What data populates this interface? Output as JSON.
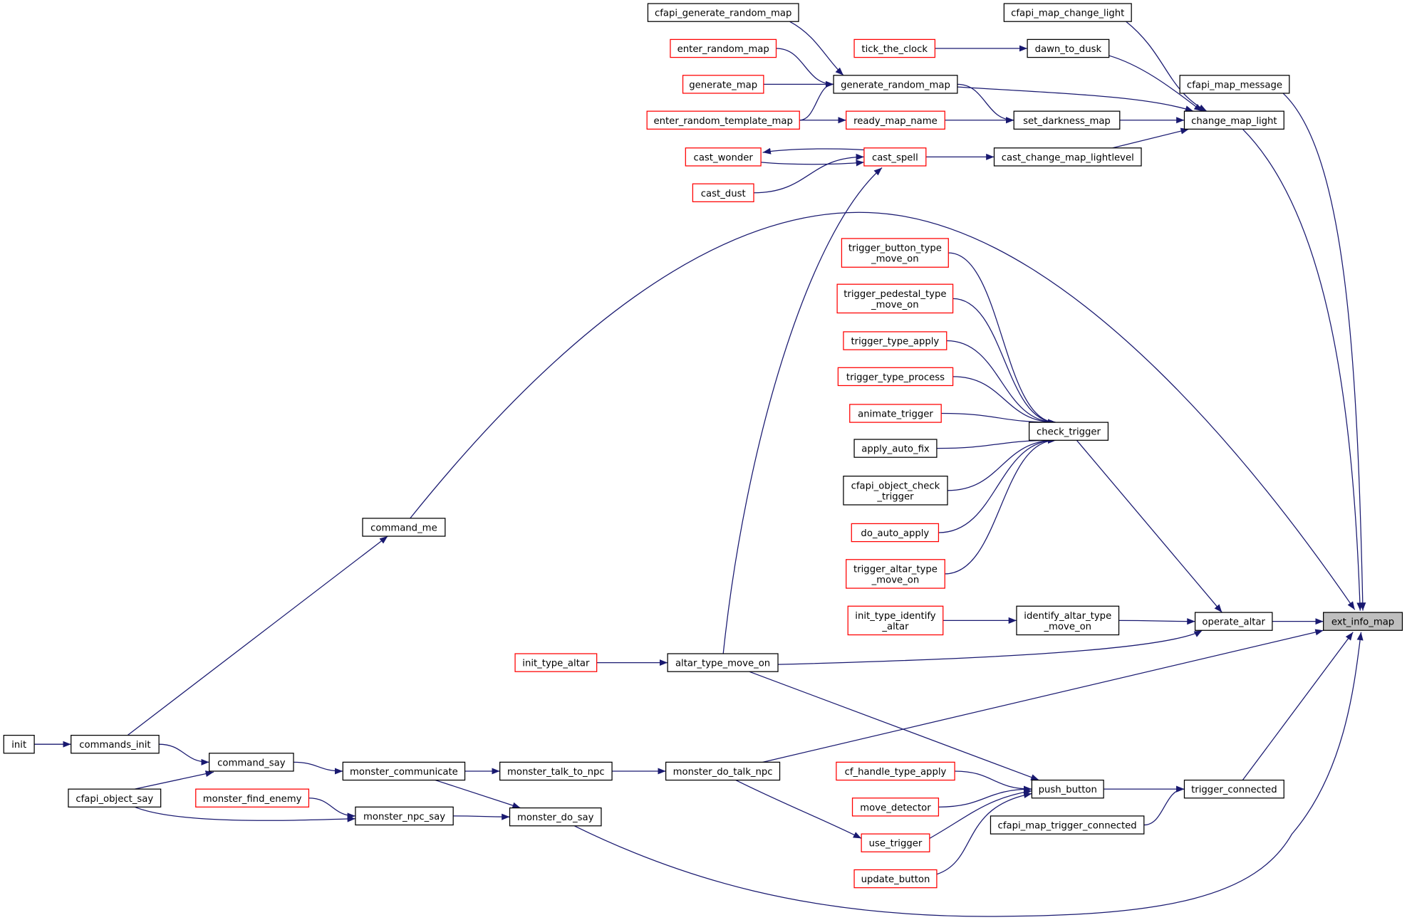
{
  "colors": {
    "edge": "#191970",
    "caller_border": "#ff0000",
    "normal_border": "#000000",
    "focus_fill": "#bfbfbf"
  },
  "graph": {
    "focus": "ext_info_map",
    "nodes": [
      {
        "id": "cfapi_generate_random_map",
        "label": "cfapi_generate_random_map",
        "kind": "normal"
      },
      {
        "id": "cfapi_map_change_light",
        "label": "cfapi_map_change_light",
        "kind": "normal"
      },
      {
        "id": "tick_the_clock",
        "label": "tick_the_clock",
        "kind": "red"
      },
      {
        "id": "dawn_to_dusk",
        "label": "dawn_to_dusk",
        "kind": "normal"
      },
      {
        "id": "enter_random_map",
        "label": "enter_random_map",
        "kind": "red"
      },
      {
        "id": "generate_random_map",
        "label": "generate_random_map",
        "kind": "normal"
      },
      {
        "id": "generate_map",
        "label": "generate_map",
        "kind": "red"
      },
      {
        "id": "cfapi_map_message",
        "label": "cfapi_map_message",
        "kind": "normal"
      },
      {
        "id": "enter_random_template_map",
        "label": "enter_random_template_map",
        "kind": "red"
      },
      {
        "id": "ready_map_name",
        "label": "ready_map_name",
        "kind": "red"
      },
      {
        "id": "set_darkness_map",
        "label": "set_darkness_map",
        "kind": "normal"
      },
      {
        "id": "change_map_light",
        "label": "change_map_light",
        "kind": "normal"
      },
      {
        "id": "cast_wonder",
        "label": "cast_wonder",
        "kind": "red"
      },
      {
        "id": "cast_spell",
        "label": "cast_spell",
        "kind": "red"
      },
      {
        "id": "cast_change_map_lightlevel",
        "label": "cast_change_map_lightlevel",
        "kind": "normal"
      },
      {
        "id": "cast_dust",
        "label": "cast_dust",
        "kind": "red"
      },
      {
        "id": "trigger_button_type_move_on",
        "label": "trigger_button_type\n_move_on",
        "kind": "red"
      },
      {
        "id": "trigger_pedestal_type_move_on",
        "label": "trigger_pedestal_type\n_move_on",
        "kind": "red"
      },
      {
        "id": "trigger_type_apply",
        "label": "trigger_type_apply",
        "kind": "red"
      },
      {
        "id": "trigger_type_process",
        "label": "trigger_type_process",
        "kind": "red"
      },
      {
        "id": "animate_trigger",
        "label": "animate_trigger",
        "kind": "red"
      },
      {
        "id": "check_trigger",
        "label": "check_trigger",
        "kind": "normal"
      },
      {
        "id": "apply_auto_fix",
        "label": "apply_auto_fix",
        "kind": "normal"
      },
      {
        "id": "cfapi_object_check_trigger",
        "label": "cfapi_object_check\n_trigger",
        "kind": "normal"
      },
      {
        "id": "do_auto_apply",
        "label": "do_auto_apply",
        "kind": "red"
      },
      {
        "id": "trigger_altar_type_move_on",
        "label": "trigger_altar_type\n_move_on",
        "kind": "red"
      },
      {
        "id": "init_type_identify_altar",
        "label": "init_type_identify\n_altar",
        "kind": "red"
      },
      {
        "id": "identify_altar_type_move_on",
        "label": "identify_altar_type\n_move_on",
        "kind": "normal"
      },
      {
        "id": "operate_altar",
        "label": "operate_altar",
        "kind": "normal"
      },
      {
        "id": "ext_info_map",
        "label": "ext_info_map",
        "kind": "focus"
      },
      {
        "id": "command_me",
        "label": "command_me",
        "kind": "normal"
      },
      {
        "id": "init_type_altar",
        "label": "init_type_altar",
        "kind": "red"
      },
      {
        "id": "altar_type_move_on",
        "label": "altar_type_move_on",
        "kind": "normal"
      },
      {
        "id": "init",
        "label": "init",
        "kind": "normal"
      },
      {
        "id": "commands_init",
        "label": "commands_init",
        "kind": "normal"
      },
      {
        "id": "command_say",
        "label": "command_say",
        "kind": "normal"
      },
      {
        "id": "monster_communicate",
        "label": "monster_communicate",
        "kind": "normal"
      },
      {
        "id": "monster_talk_to_npc",
        "label": "monster_talk_to_npc",
        "kind": "normal"
      },
      {
        "id": "monster_do_talk_npc",
        "label": "monster_do_talk_npc",
        "kind": "normal"
      },
      {
        "id": "cf_handle_type_apply",
        "label": "cf_handle_type_apply",
        "kind": "red"
      },
      {
        "id": "cfapi_object_say",
        "label": "cfapi_object_say",
        "kind": "normal"
      },
      {
        "id": "monster_find_enemy",
        "label": "monster_find_enemy",
        "kind": "red"
      },
      {
        "id": "push_button",
        "label": "push_button",
        "kind": "normal"
      },
      {
        "id": "trigger_connected",
        "label": "trigger_connected",
        "kind": "normal"
      },
      {
        "id": "move_detector",
        "label": "move_detector",
        "kind": "red"
      },
      {
        "id": "monster_npc_say",
        "label": "monster_npc_say",
        "kind": "normal"
      },
      {
        "id": "monster_do_say",
        "label": "monster_do_say",
        "kind": "normal"
      },
      {
        "id": "cfapi_map_trigger_connected",
        "label": "cfapi_map_trigger_connected",
        "kind": "normal"
      },
      {
        "id": "use_trigger",
        "label": "use_trigger",
        "kind": "red"
      },
      {
        "id": "update_button",
        "label": "update_button",
        "kind": "red"
      }
    ],
    "edges": [
      [
        "cfapi_generate_random_map",
        "generate_random_map"
      ],
      [
        "enter_random_map",
        "generate_random_map"
      ],
      [
        "generate_map",
        "generate_random_map"
      ],
      [
        "enter_random_template_map",
        "generate_random_map"
      ],
      [
        "enter_random_template_map",
        "ready_map_name"
      ],
      [
        "ready_map_name",
        "set_darkness_map"
      ],
      [
        "generate_random_map",
        "set_darkness_map"
      ],
      [
        "generate_random_map",
        "change_map_light"
      ],
      [
        "tick_the_clock",
        "dawn_to_dusk"
      ],
      [
        "dawn_to_dusk",
        "change_map_light"
      ],
      [
        "cfapi_map_change_light",
        "change_map_light"
      ],
      [
        "set_darkness_map",
        "change_map_light"
      ],
      [
        "cast_change_map_lightlevel",
        "change_map_light"
      ],
      [
        "cast_spell",
        "cast_change_map_lightlevel"
      ],
      [
        "cast_spell",
        "cast_wonder"
      ],
      [
        "cast_wonder",
        "cast_spell"
      ],
      [
        "cast_dust",
        "cast_spell"
      ],
      [
        "altar_type_move_on",
        "cast_spell"
      ],
      [
        "cfapi_map_message",
        "ext_info_map"
      ],
      [
        "change_map_light",
        "ext_info_map"
      ],
      [
        "command_me",
        "ext_info_map"
      ],
      [
        "trigger_button_type_move_on",
        "check_trigger"
      ],
      [
        "trigger_pedestal_type_move_on",
        "check_trigger"
      ],
      [
        "trigger_type_apply",
        "check_trigger"
      ],
      [
        "trigger_type_process",
        "check_trigger"
      ],
      [
        "animate_trigger",
        "check_trigger"
      ],
      [
        "apply_auto_fix",
        "check_trigger"
      ],
      [
        "cfapi_object_check_trigger",
        "check_trigger"
      ],
      [
        "do_auto_apply",
        "check_trigger"
      ],
      [
        "trigger_altar_type_move_on",
        "check_trigger"
      ],
      [
        "check_trigger",
        "operate_altar"
      ],
      [
        "init_type_identify_altar",
        "identify_altar_type_move_on"
      ],
      [
        "identify_altar_type_move_on",
        "operate_altar"
      ],
      [
        "altar_type_move_on",
        "operate_altar"
      ],
      [
        "operate_altar",
        "ext_info_map"
      ],
      [
        "init_type_altar",
        "altar_type_move_on"
      ],
      [
        "monster_do_talk_npc",
        "ext_info_map"
      ],
      [
        "altar_type_move_on",
        "push_button"
      ],
      [
        "init",
        "commands_init"
      ],
      [
        "commands_init",
        "command_me"
      ],
      [
        "commands_init",
        "command_say"
      ],
      [
        "cfapi_object_say",
        "command_say"
      ],
      [
        "command_say",
        "monster_communicate"
      ],
      [
        "monster_communicate",
        "monster_talk_to_npc"
      ],
      [
        "monster_talk_to_npc",
        "monster_do_talk_npc"
      ],
      [
        "monster_communicate",
        "monster_do_say"
      ],
      [
        "monster_do_talk_npc",
        "use_trigger"
      ],
      [
        "cf_handle_type_apply",
        "push_button"
      ],
      [
        "move_detector",
        "push_button"
      ],
      [
        "use_trigger",
        "push_button"
      ],
      [
        "update_button",
        "push_button"
      ],
      [
        "push_button",
        "trigger_connected"
      ],
      [
        "cfapi_map_trigger_connected",
        "trigger_connected"
      ],
      [
        "trigger_connected",
        "ext_info_map"
      ],
      [
        "monster_find_enemy",
        "monster_npc_say"
      ],
      [
        "cfapi_object_say",
        "monster_npc_say"
      ],
      [
        "monster_npc_say",
        "monster_do_say"
      ],
      [
        "monster_do_say",
        "ext_info_map"
      ]
    ]
  }
}
